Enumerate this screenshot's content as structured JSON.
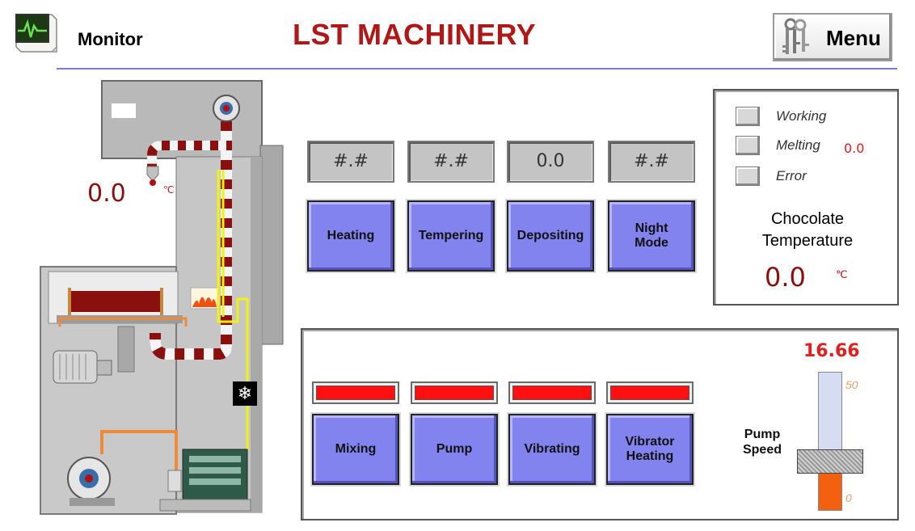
{
  "header": {
    "monitor_label": "Monitor",
    "title": "LST MACHINERY",
    "menu_label": "Menu"
  },
  "machine": {
    "temperature": "0.0",
    "unit": "℃"
  },
  "displays": [
    "#.#",
    "#.#",
    "0.0",
    "#.#"
  ],
  "mode_buttons": [
    {
      "line1": "Heating",
      "line2": ""
    },
    {
      "line1": "Tempering",
      "line2": ""
    },
    {
      "line1": "Depositing",
      "line2": ""
    },
    {
      "line1": "Night",
      "line2": "Mode"
    }
  ],
  "status": {
    "working_label": "Working",
    "melting_label": "Melting",
    "melting_value": "0.0",
    "error_label": "Error",
    "choc_title_line1": "Chocolate",
    "choc_title_line2": "Temperature",
    "choc_value": "0.0",
    "choc_unit": "℃"
  },
  "function_buttons": [
    {
      "line1": "Mixing",
      "line2": "",
      "led_color": "#ff1010"
    },
    {
      "line1": "Pump",
      "line2": "",
      "led_color": "#ff1010"
    },
    {
      "line1": "Vibrating",
      "line2": "",
      "led_color": "#ff1010"
    },
    {
      "line1": "Vibrator",
      "line2": "Heating",
      "led_color": "#ff1010"
    }
  ],
  "pump": {
    "speed_value": "16.66",
    "label_line1": "Pump",
    "label_line2": "Speed",
    "scale_max": "50",
    "scale_min": "0",
    "level_fraction": 0.3332
  },
  "colors": {
    "title": "#b01818",
    "button": "#8383f0",
    "led": "#ff1010",
    "pump_fill": "#f26010"
  }
}
